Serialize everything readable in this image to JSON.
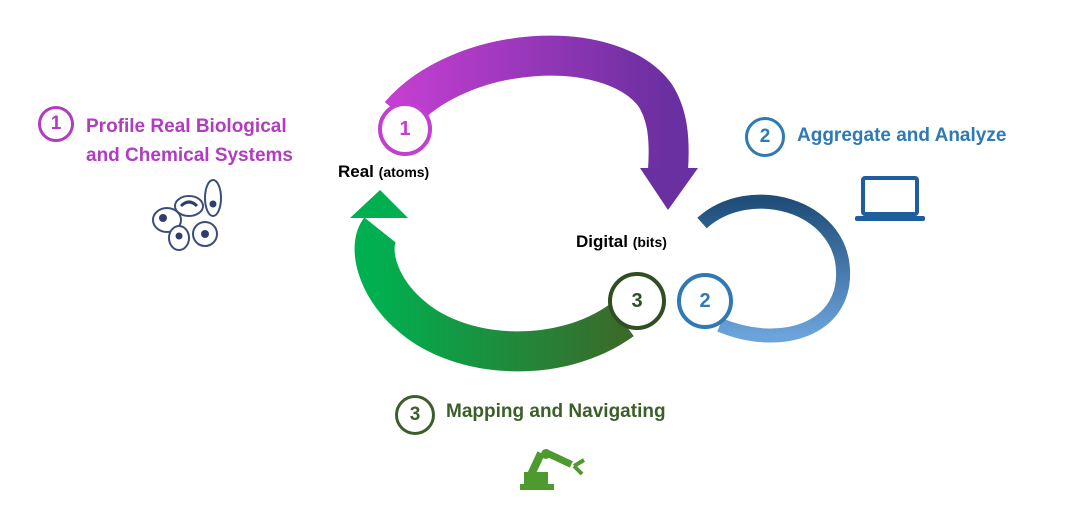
{
  "colors": {
    "profile": "#b03cbf",
    "aggregate": "#2f79b5",
    "mapping": "#3c5f2a",
    "arrow_purple_start": "#c23fd0",
    "arrow_purple_end": "#6a2fa0",
    "arrow_blue_start": "#1f4e79",
    "arrow_blue_end": "#6ba3da",
    "arrow_green_start": "#3a6b2a",
    "arrow_green_end": "#00b050",
    "robot": "#4e9a2e",
    "laptop": "#1f5e9c"
  },
  "steps": [
    {
      "number": "1",
      "title_line1": "Profile Real Biological",
      "title_line2": "and Chemical Systems",
      "icon": "cells-icon"
    },
    {
      "number": "2",
      "title": "Aggregate and Analyze",
      "icon": "laptop-icon"
    },
    {
      "number": "3",
      "title": "Mapping and Navigating",
      "icon": "robot-arm-icon"
    }
  ],
  "cycle": {
    "real": {
      "label": "Real",
      "sub": "(atoms)"
    },
    "digital": {
      "label": "Digital",
      "sub": "(bits)"
    },
    "badges": [
      "1",
      "2",
      "3"
    ]
  }
}
